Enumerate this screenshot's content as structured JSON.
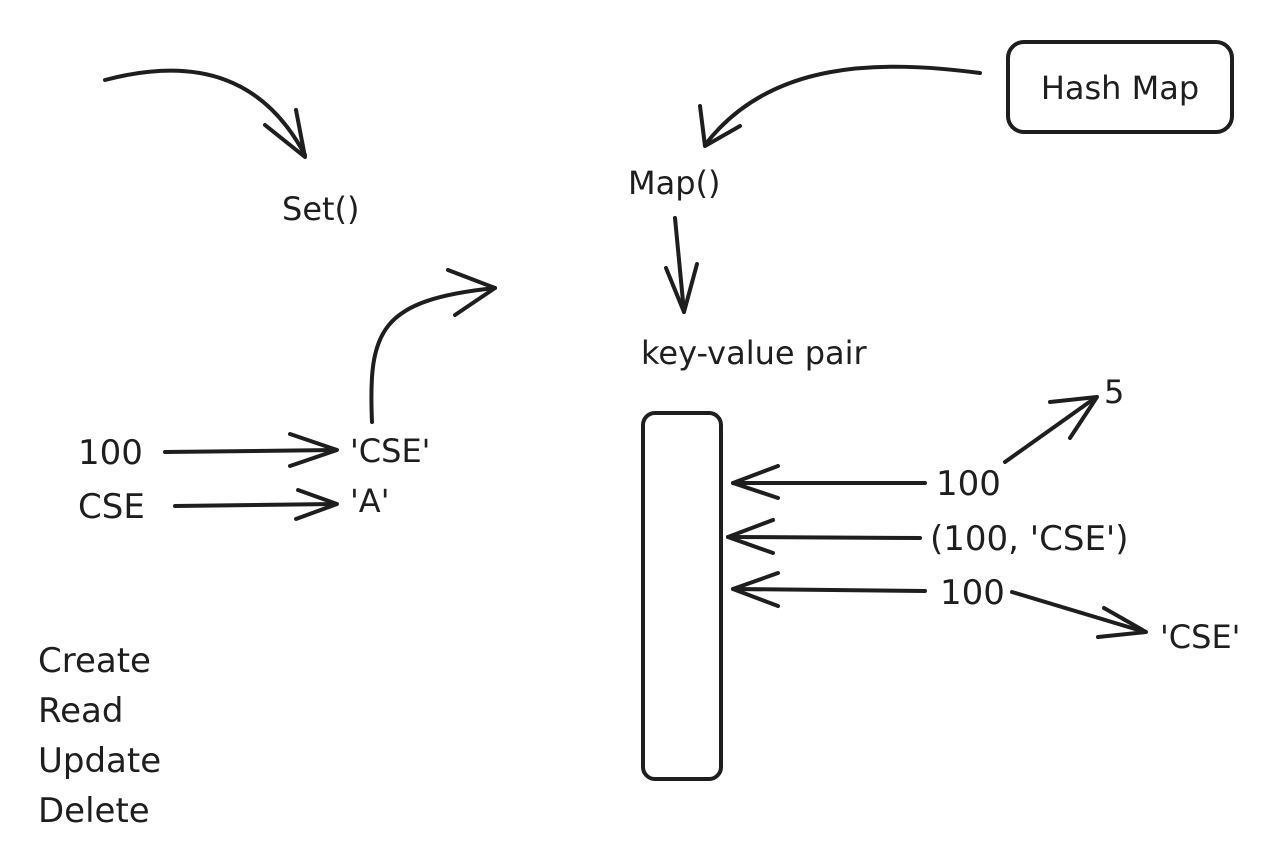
{
  "colors": {
    "ink": "#1e1e1e",
    "background": "#ffffff"
  },
  "labels": {
    "hash_map": "Hash Map",
    "map_call": "Map()",
    "set_call": "Set()",
    "key_value_pair": "key-value pair",
    "five": "5",
    "key_100_top": "100",
    "tuple": "(100, 'CSE')",
    "key_100_bottom": "100",
    "value_cse_right": "'CSE'",
    "left_key_100": "100",
    "left_key_cse": "CSE",
    "left_value_cse": "'CSE'",
    "left_value_a": "'A'"
  },
  "crud": [
    "Create",
    "Read",
    "Update",
    "Delete"
  ]
}
